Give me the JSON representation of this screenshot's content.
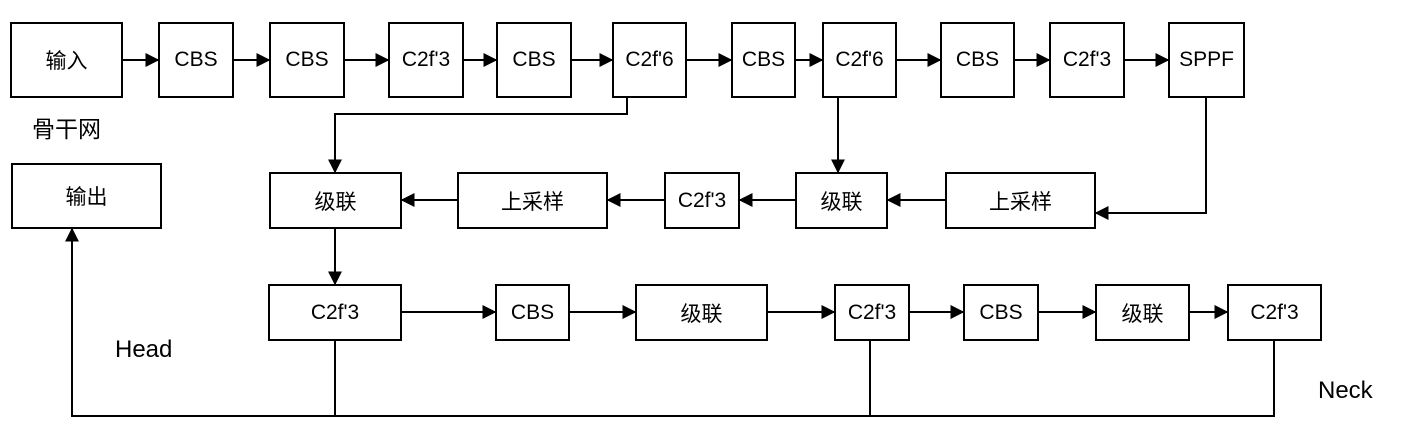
{
  "backbone": {
    "region_label": "骨干网",
    "nodes": [
      {
        "id": "input",
        "label": "输入"
      },
      {
        "id": "cbs_1",
        "label": "CBS"
      },
      {
        "id": "cbs_2",
        "label": "CBS"
      },
      {
        "id": "c2f3_1",
        "label": "C2f'3"
      },
      {
        "id": "cbs_3",
        "label": "CBS"
      },
      {
        "id": "c2f6_1",
        "label": "C2f'6"
      },
      {
        "id": "cbs_4",
        "label": "CBS"
      },
      {
        "id": "c2f6_2",
        "label": "C2f'6"
      },
      {
        "id": "cbs_5",
        "label": "CBS"
      },
      {
        "id": "c2f3_2",
        "label": "C2f'3"
      },
      {
        "id": "sppf",
        "label": "SPPF"
      }
    ]
  },
  "neck": {
    "region_label": "Neck",
    "upper_path": [
      {
        "id": "concat_a",
        "label": "级联"
      },
      {
        "id": "upsample_a",
        "label": "上采样"
      },
      {
        "id": "c2f3_m",
        "label": "C2f'3"
      },
      {
        "id": "concat_b",
        "label": "级联"
      },
      {
        "id": "upsample_b",
        "label": "上采样"
      }
    ],
    "lower_path": [
      {
        "id": "c2f3_h1",
        "label": "C2f'3"
      },
      {
        "id": "cbs_h1",
        "label": "CBS"
      },
      {
        "id": "concat_h1",
        "label": "级联"
      },
      {
        "id": "c2f3_h2",
        "label": "C2f'3"
      },
      {
        "id": "cbs_h2",
        "label": "CBS"
      },
      {
        "id": "concat_h2",
        "label": "级联"
      },
      {
        "id": "c2f3_h3",
        "label": "C2f'3"
      }
    ]
  },
  "head": {
    "region_label": "Head",
    "output": {
      "id": "output",
      "label": "输出"
    }
  },
  "edges": [
    [
      "input",
      "cbs_1"
    ],
    [
      "cbs_1",
      "cbs_2"
    ],
    [
      "cbs_2",
      "c2f3_1"
    ],
    [
      "c2f3_1",
      "cbs_3"
    ],
    [
      "cbs_3",
      "c2f6_1"
    ],
    [
      "c2f6_1",
      "cbs_4"
    ],
    [
      "cbs_4",
      "c2f6_2"
    ],
    [
      "c2f6_2",
      "cbs_5"
    ],
    [
      "cbs_5",
      "c2f3_2"
    ],
    [
      "c2f3_2",
      "sppf"
    ],
    [
      "sppf",
      "upsample_b"
    ],
    [
      "upsample_b",
      "concat_b"
    ],
    [
      "c2f6_2",
      "concat_b"
    ],
    [
      "concat_b",
      "c2f3_m"
    ],
    [
      "c2f3_m",
      "upsample_a"
    ],
    [
      "upsample_a",
      "concat_a"
    ],
    [
      "c2f6_1",
      "concat_a"
    ],
    [
      "concat_a",
      "c2f3_h1"
    ],
    [
      "c2f3_h1",
      "cbs_h1"
    ],
    [
      "cbs_h1",
      "concat_h1"
    ],
    [
      "concat_h1",
      "c2f3_h2"
    ],
    [
      "c2f3_h2",
      "cbs_h2"
    ],
    [
      "cbs_h2",
      "concat_h2"
    ],
    [
      "concat_h2",
      "c2f3_h3"
    ],
    [
      "c2f3_h1",
      "output"
    ],
    [
      "c2f3_h2",
      "output"
    ],
    [
      "c2f3_h3",
      "output"
    ]
  ],
  "colors": {
    "background": "#ffffff",
    "stroke": "#000000",
    "text": "#000000"
  }
}
